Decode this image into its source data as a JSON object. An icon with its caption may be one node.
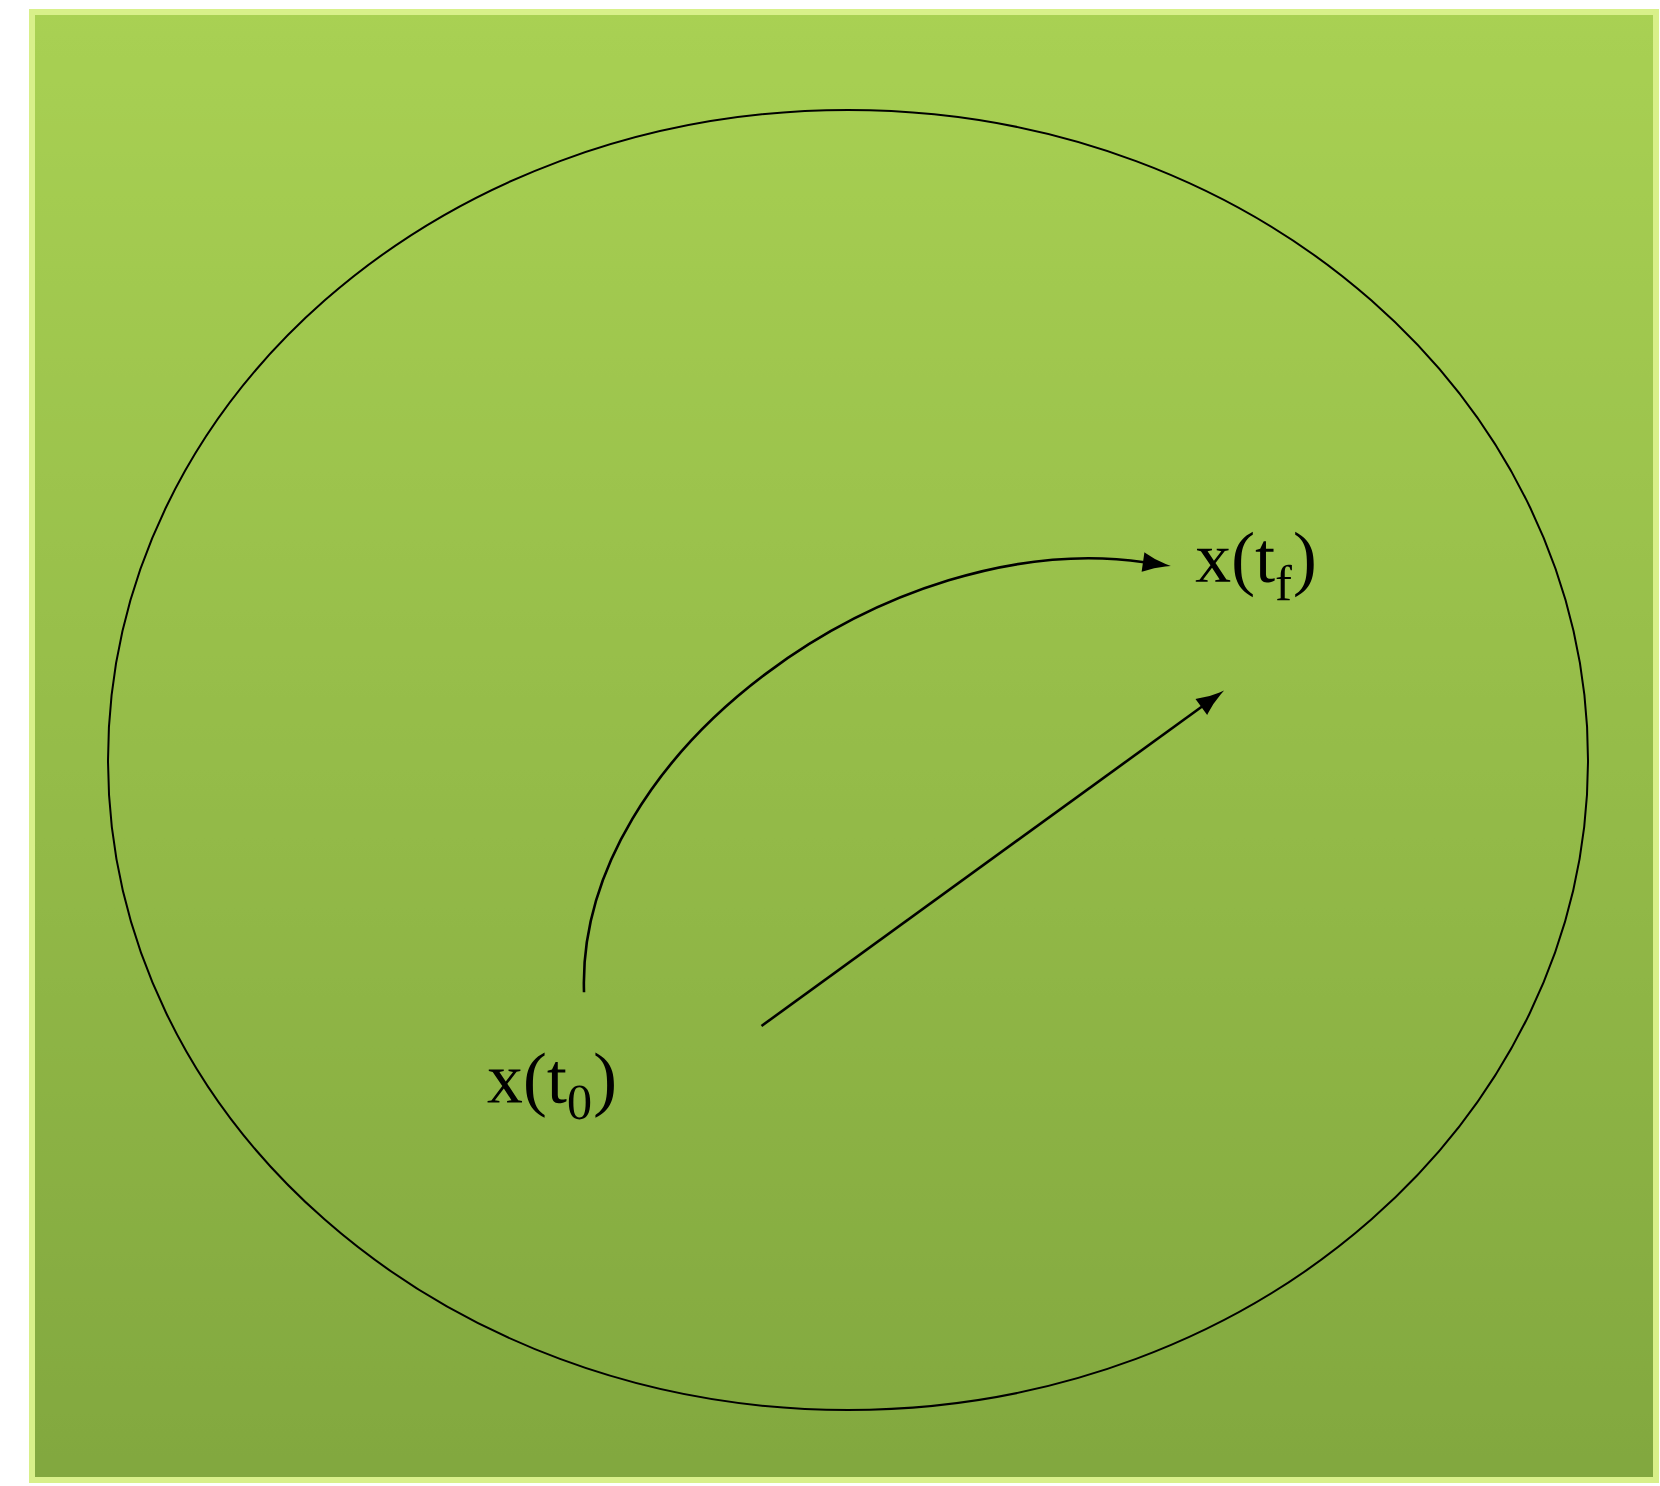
{
  "diagram": {
    "nodes": [
      {
        "text": [
          "x(t$_{0}$)"
        ]
      },
      {
        "text": [
          "x(t$_{f}$)"
        ]
      }
    ],
    "edges": [
      {
        "from": 0,
        "to": 1,
        "arrow": "to"
      },
      {
        "from": 0,
        "to": 1,
        "arrow": "to"
      }
    ]
  }
}
